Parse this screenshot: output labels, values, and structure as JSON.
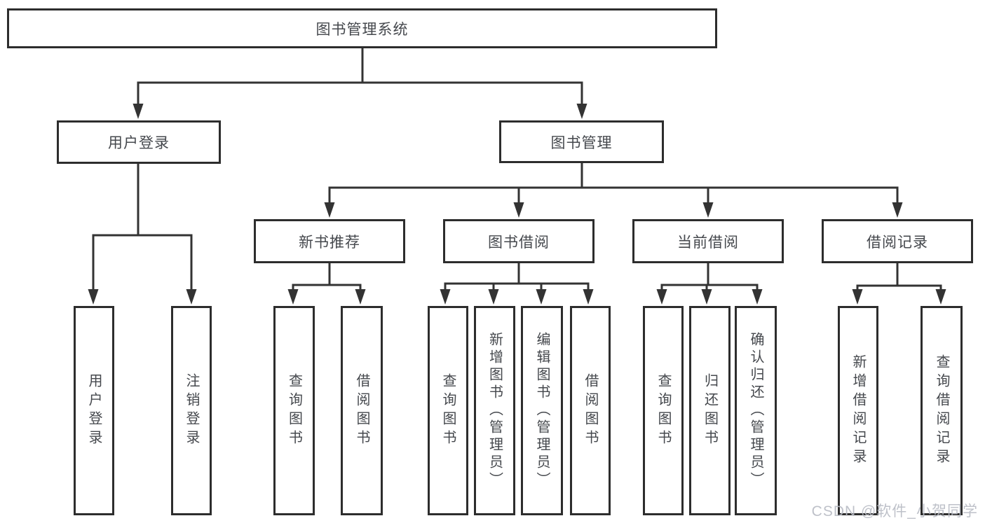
{
  "tree": {
    "label": "图书管理系统",
    "children": [
      {
        "label": "用户登录",
        "children": [
          {
            "label": "用户登录"
          },
          {
            "label": "注销登录"
          }
        ]
      },
      {
        "label": "图书管理",
        "children": [
          {
            "label": "新书推荐",
            "children": [
              {
                "label": "查询图书"
              },
              {
                "label": "借阅图书"
              }
            ]
          },
          {
            "label": "图书借阅",
            "children": [
              {
                "label": "查询图书"
              },
              {
                "label": "新增图书（管理员）"
              },
              {
                "label": "编辑图书（管理员）"
              },
              {
                "label": "借阅图书"
              }
            ]
          },
          {
            "label": "当前借阅",
            "children": [
              {
                "label": "查询图书"
              },
              {
                "label": "归还图书"
              },
              {
                "label": "确认归还（管理员）"
              }
            ]
          },
          {
            "label": "借阅记录",
            "children": [
              {
                "label": "新增借阅记录"
              },
              {
                "label": "查询借阅记录"
              }
            ]
          }
        ]
      }
    ]
  },
  "watermark": {
    "text": "CSDN @软件_小贺同学"
  },
  "colors": {
    "line": "#333333",
    "box_border": "#2d2d2d",
    "text": "#45484d",
    "watermark": "#b9bcc2",
    "background": "#ffffff"
  }
}
